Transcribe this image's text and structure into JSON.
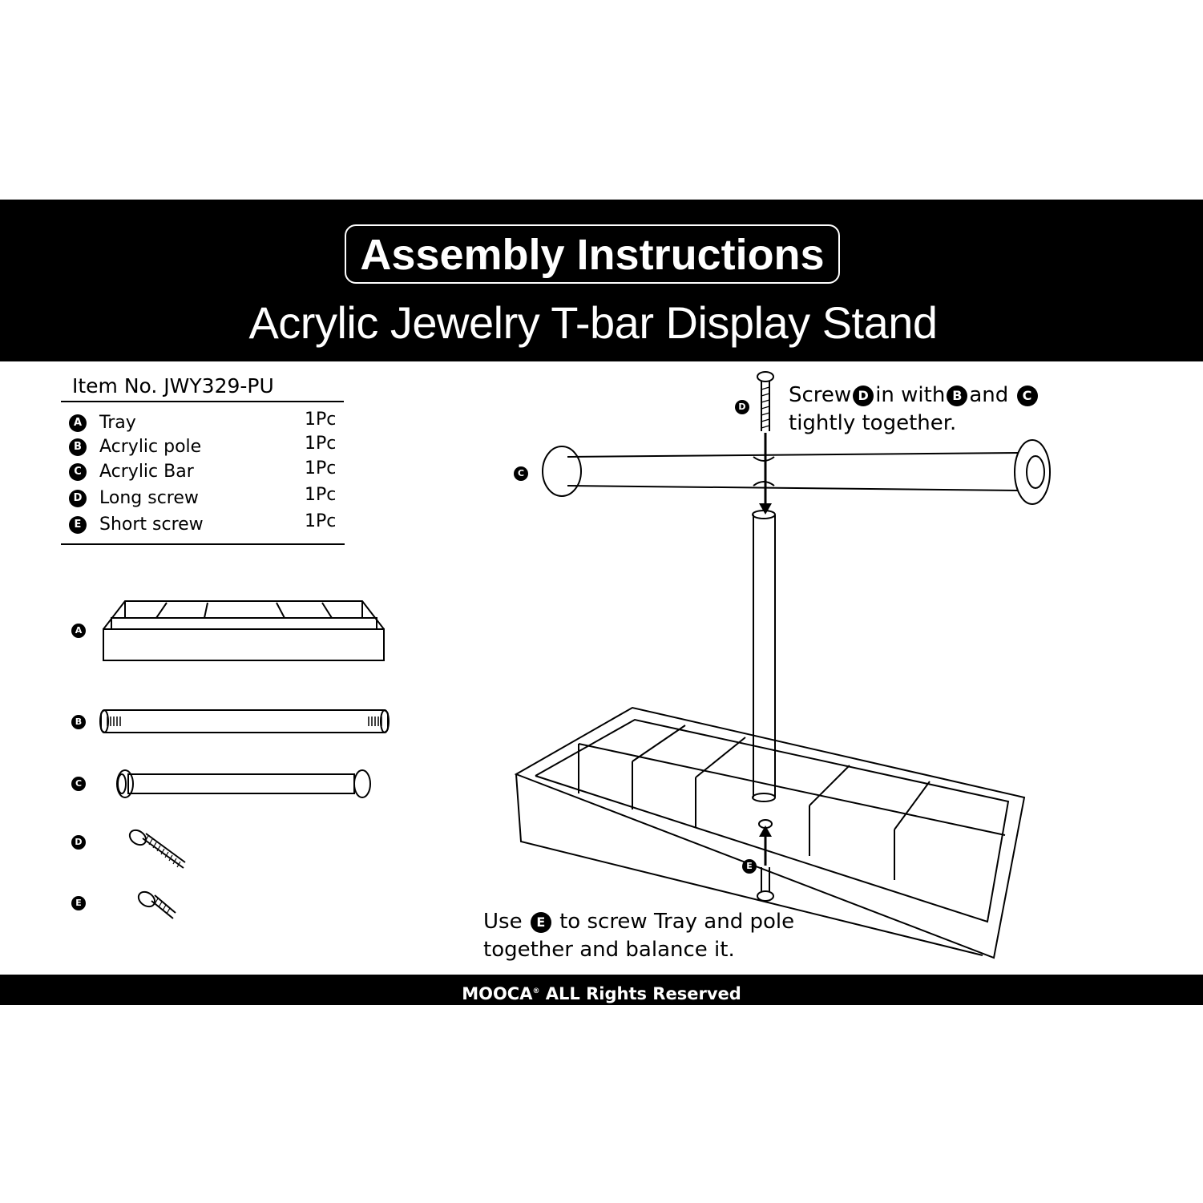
{
  "header": {
    "title": "Assembly Instructions",
    "subtitle": "Acrylic Jewelry T-bar Display Stand"
  },
  "item_number": "Item No. JWY329-PU",
  "parts": [
    {
      "letter": "A",
      "name": "Tray",
      "qty": "1Pc"
    },
    {
      "letter": "B",
      "name": "Acrylic pole",
      "qty": "1Pc"
    },
    {
      "letter": "C",
      "name": "Acrylic Bar",
      "qty": "1Pc"
    },
    {
      "letter": "D",
      "name": "Long screw",
      "qty": "1Pc"
    },
    {
      "letter": "E",
      "name": "Short screw",
      "qty": "1Pc"
    }
  ],
  "diagram_labels": {
    "a": "A",
    "b": "B",
    "c": "C",
    "d": "D",
    "e": "E"
  },
  "instructions": {
    "step1": {
      "w1": "Screw",
      "b1": "D",
      "w2": "in with",
      "b2": "B",
      "w3": "and",
      "b3": "C",
      "line2": "tightly together."
    },
    "step2": {
      "w1": "Use",
      "b1": "E",
      "w2": "to screw Tray and pole",
      "line2": "together and balance it."
    }
  },
  "footer": {
    "brand": "MOOCA",
    "mark": "®",
    "text": "ALL Rights Reserved"
  },
  "colors": {
    "ink": "#000000",
    "paper": "#ffffff"
  }
}
